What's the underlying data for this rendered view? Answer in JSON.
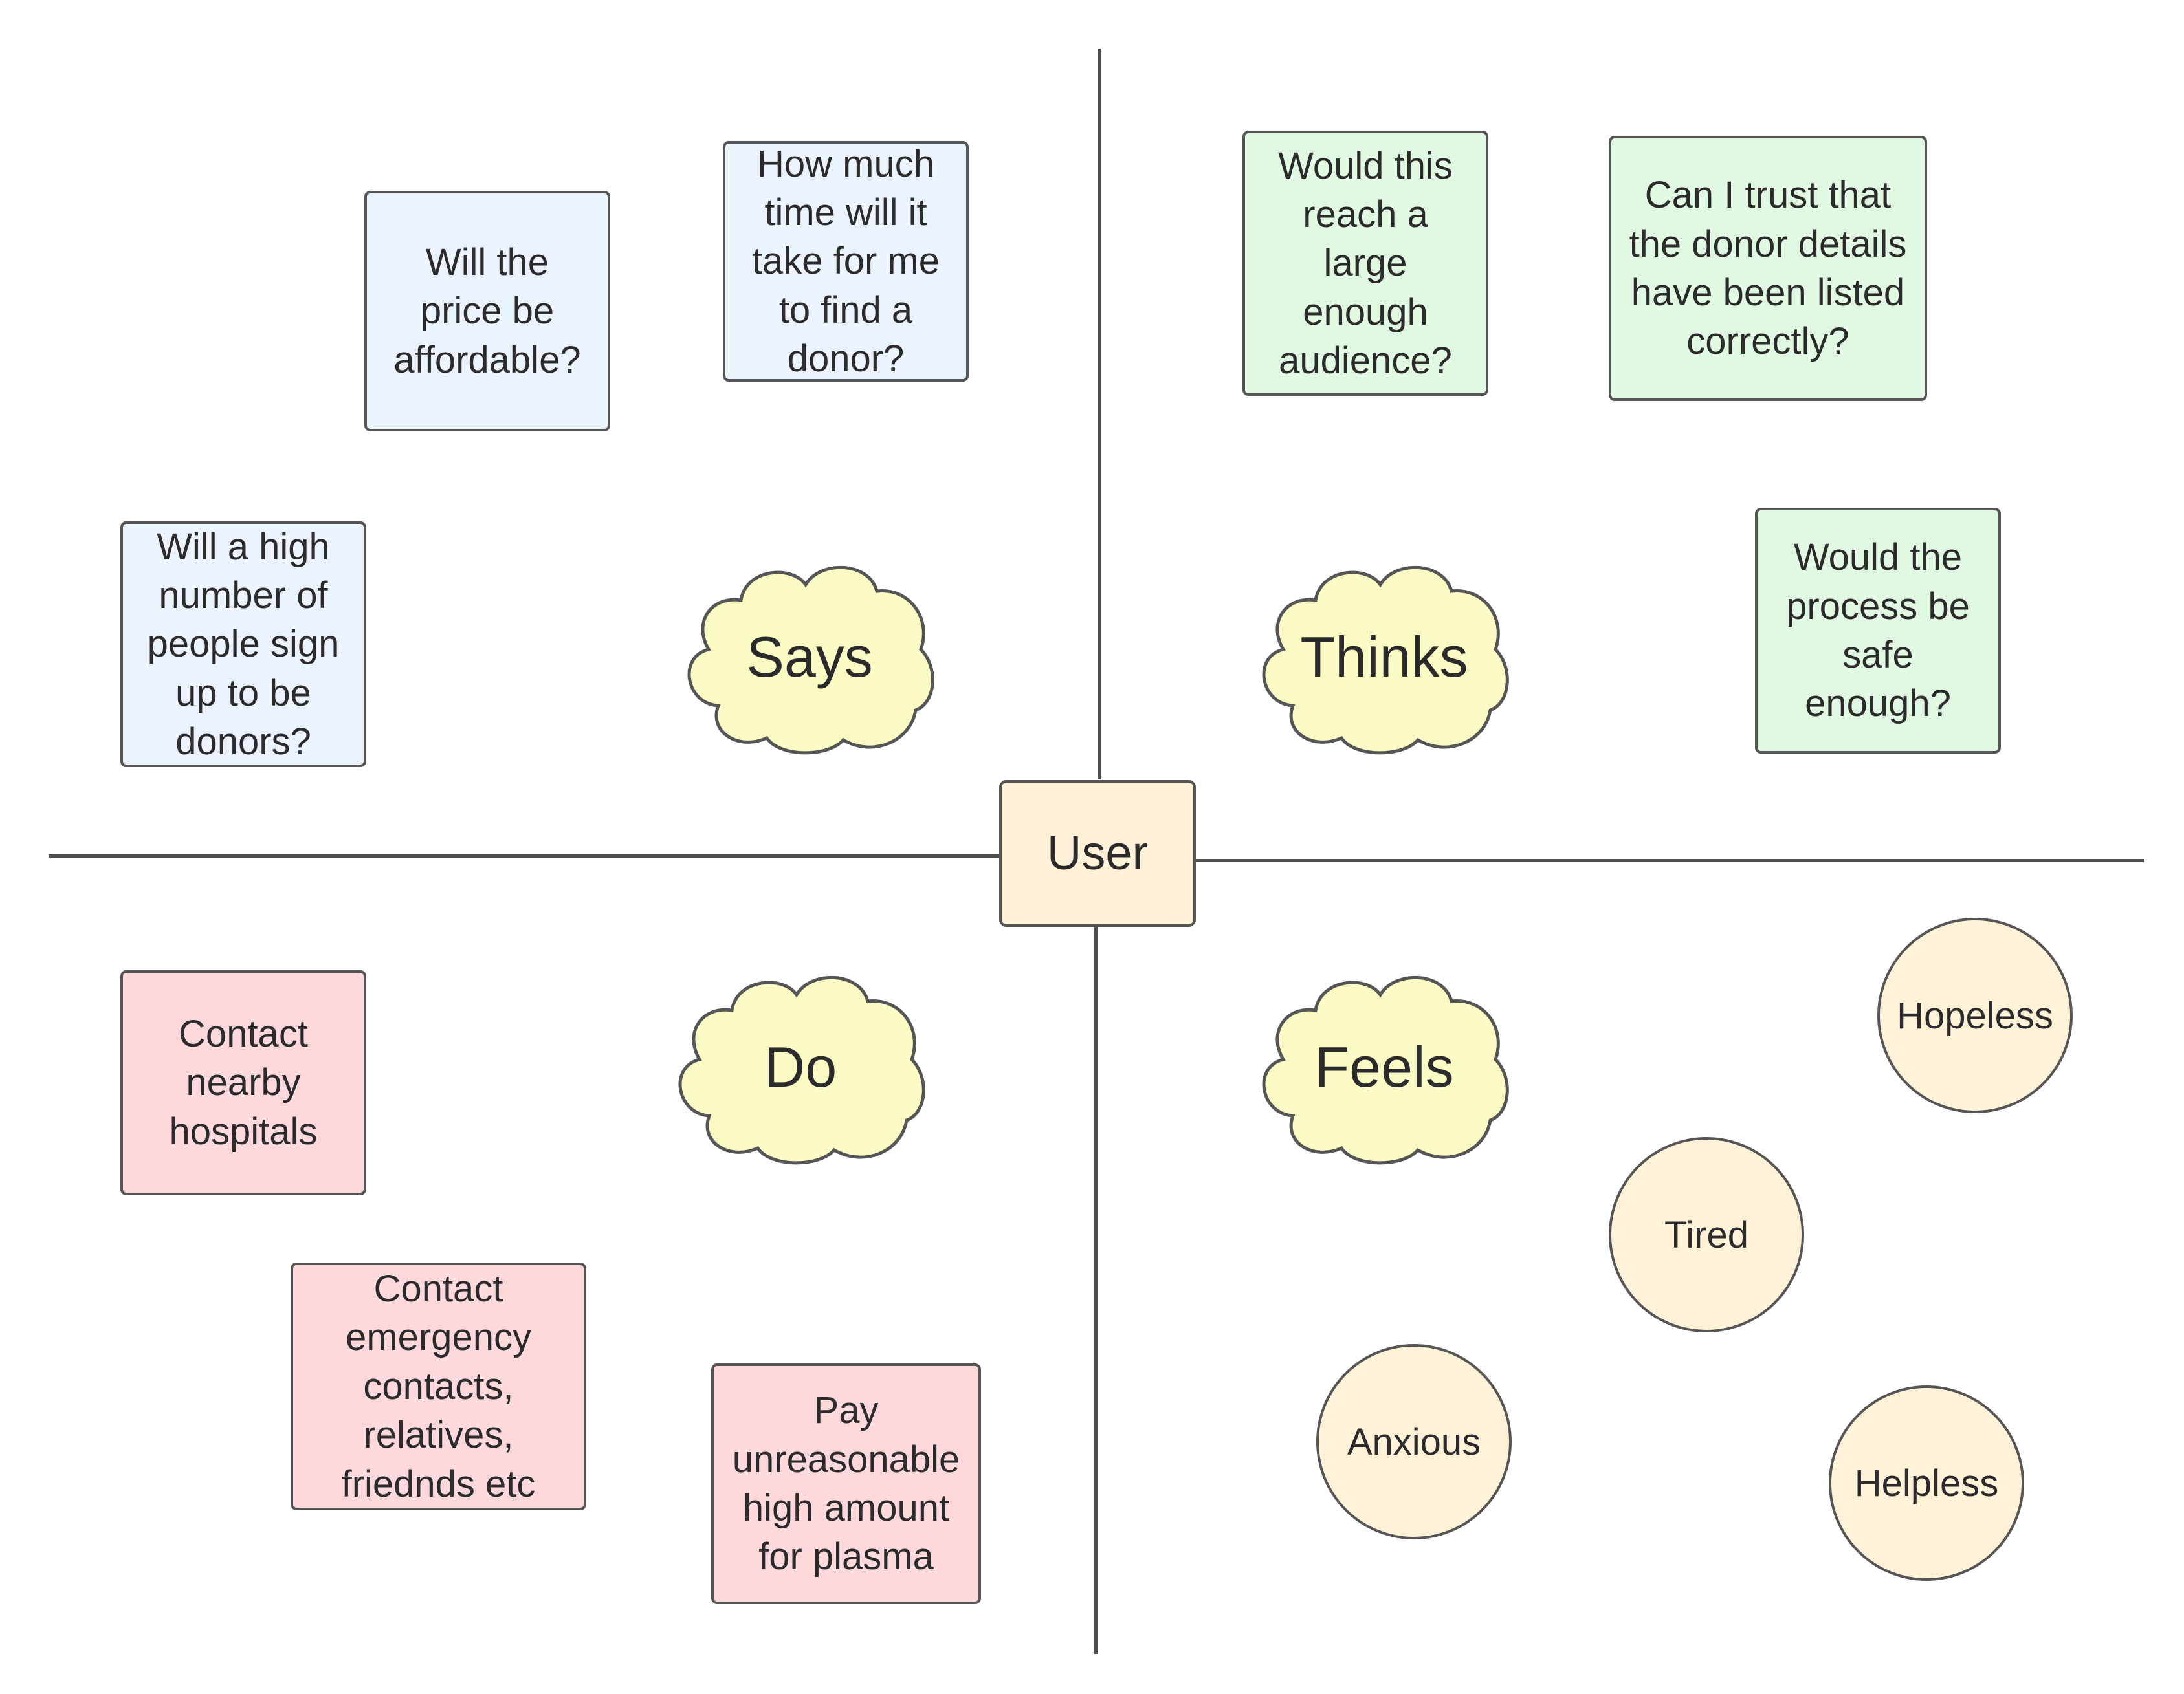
{
  "center": {
    "label": "User"
  },
  "quadrants": {
    "says": "Says",
    "thinks": "Thinks",
    "do": "Do",
    "feels": "Feels"
  },
  "says_notes": [
    "Will the\nprice be\naffordable?",
    "How much\ntime will it\ntake for me\nto find a\ndonor?",
    "Will a high\nnumber of\npeople sign\nup to be\ndonors?"
  ],
  "thinks_notes": [
    "Would this\nreach a\nlarge\nenough\naudience?",
    "Can I trust that\nthe donor details\nhave been listed\ncorrectly?",
    "Would the\nprocess be\nsafe\nenough?"
  ],
  "do_notes": [
    "Contact\nnearby\nhospitals",
    "Contact\nemergency\ncontacts,\nrelatives,\nfriednds etc",
    "Pay\nunreasonable\nhigh amount\nfor plasma"
  ],
  "feelings": [
    "Hopeless",
    "Tired",
    "Anxious",
    "Helpless"
  ],
  "colors": {
    "says_fill": "#ebf3fe",
    "thinks_fill": "#e1f9e2",
    "do_fill": "#fed9dc",
    "feels_fill": "#fff2d9",
    "user_fill": "#fff1d7",
    "cloud_fill": "#fbfbc6",
    "stroke": "#555555"
  }
}
